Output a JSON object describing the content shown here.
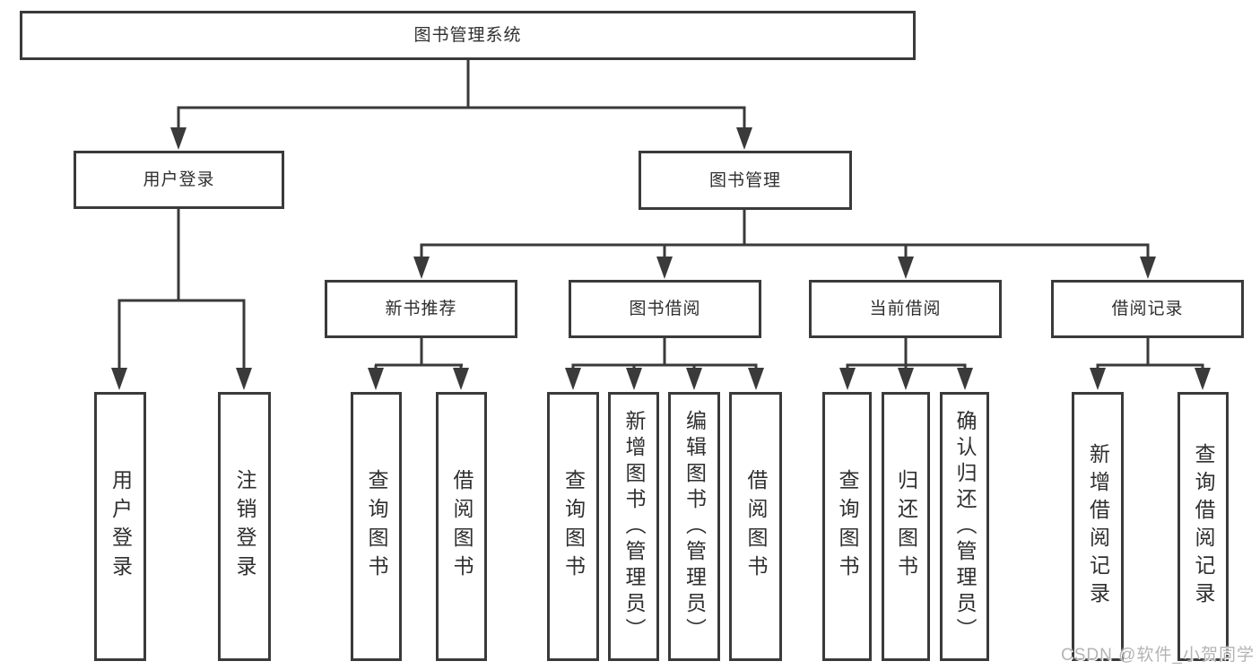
{
  "diagram": {
    "root": {
      "label": "图书管理系统"
    },
    "branches": [
      {
        "label": "用户登录",
        "children": [
          {
            "label": "用户登录"
          },
          {
            "label": "注销登录"
          }
        ]
      },
      {
        "label": "图书管理",
        "children": [
          {
            "label": "新书推荐",
            "children": [
              {
                "label": "查询图书"
              },
              {
                "label": "借阅图书"
              }
            ]
          },
          {
            "label": "图书借阅",
            "children": [
              {
                "label": "查询图书"
              },
              {
                "label": "新增图书（管理员）"
              },
              {
                "label": "编辑图书（管理员）"
              },
              {
                "label": "借阅图书"
              }
            ]
          },
          {
            "label": "当前借阅",
            "children": [
              {
                "label": "查询图书"
              },
              {
                "label": "归还图书"
              },
              {
                "label": "确认归还（管理员）"
              }
            ]
          },
          {
            "label": "借阅记录",
            "children": [
              {
                "label": "新增借阅记录"
              },
              {
                "label": "查询借阅记录"
              }
            ]
          }
        ]
      }
    ],
    "watermark": "CSDN @软件_小贺同学",
    "colors": {
      "line": "#3a3a3a",
      "box_border": "#3a3a3a",
      "text": "#2f2f2f",
      "watermark": "#b4b4b4",
      "background": "#ffffff"
    }
  }
}
